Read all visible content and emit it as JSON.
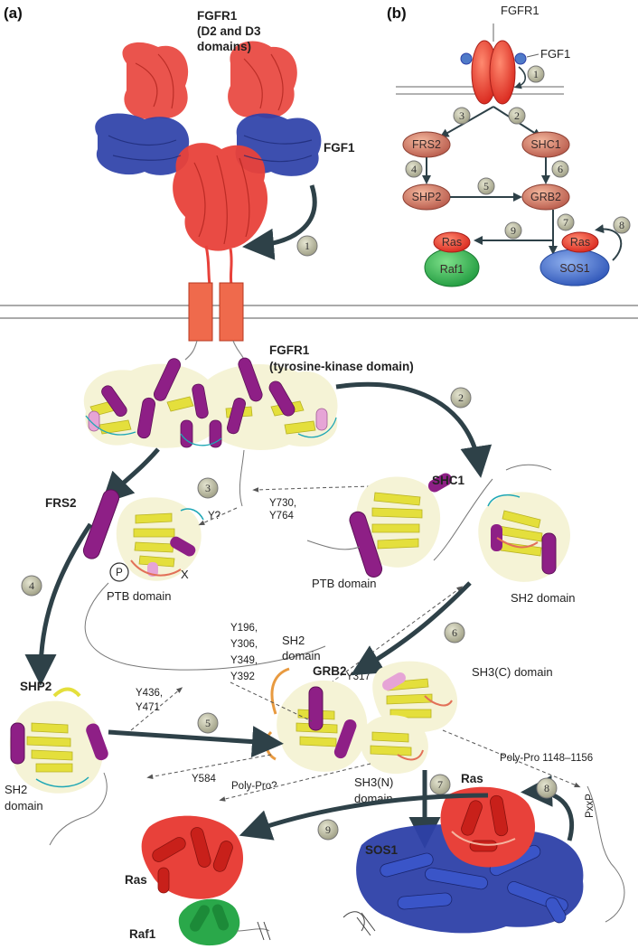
{
  "panels": {
    "a": "(a)",
    "b": "(b)"
  },
  "panel_a": {
    "fgfr1_ecd": [
      "FGFR1",
      "(D2 and D3",
      "domains)"
    ],
    "fgf1": "FGF1",
    "fgfr1_kinase": [
      "FGFR1",
      "(tyrosine-kinase domain)"
    ],
    "frs2": "FRS2",
    "frs2_ptb": "PTB domain",
    "shc1": "SHC1",
    "shc1_ptb": "PTB domain",
    "shc1_sh2": "SH2 domain",
    "y730": [
      "Y730,",
      "Y764"
    ],
    "yq": "Y?",
    "p": "P",
    "x": "X",
    "frs2_sites": [
      "Y196,",
      "Y306,",
      "Y349,",
      "Y392"
    ],
    "y317": "Y317",
    "grb2": "GRB2",
    "grb2_sh2": [
      "SH2",
      "domain"
    ],
    "sh3c": "SH3(C) domain",
    "sh3n": [
      "SH3(N)",
      "domain"
    ],
    "shp2": "SHP2",
    "shp2_sh2": [
      "SH2",
      "domain"
    ],
    "y436": [
      "Y436,",
      "Y471"
    ],
    "y584": "Y584",
    "polypro": "Poly-Pro?",
    "polypro2": "Poly-Pro 1148–1156",
    "pxxp": "PxxP",
    "ras": "Ras",
    "ras2": "Ras",
    "sos1": "SOS1",
    "raf1": "Raf1",
    "steps": [
      "1",
      "2",
      "3",
      "4",
      "5",
      "6",
      "7",
      "8",
      "9"
    ]
  },
  "panel_b": {
    "fgfr1": "FGFR1",
    "fgf1": "FGF1",
    "nodes": {
      "frs2": "FRS2",
      "shc1": "SHC1",
      "shp2": "SHP2",
      "grb2": "GRB2",
      "ras_left": "Ras",
      "raf1": "Raf1",
      "ras_right": "Ras",
      "sos1": "SOS1"
    },
    "steps": [
      "1",
      "2",
      "3",
      "4",
      "5",
      "6",
      "7",
      "8",
      "9"
    ]
  },
  "colors": {
    "receptor_red": "#e8413a",
    "fgf_blue": "#2d40a8",
    "kinase_purple": "#8e1f86",
    "helix_yellow": "#e4df3c",
    "coil_teal": "#1ea7b5",
    "arrow": "#2e4148",
    "step_circle": "#b3b39a",
    "raf_green": "#2aa84a",
    "sos_blue": "#3a5ec0"
  }
}
